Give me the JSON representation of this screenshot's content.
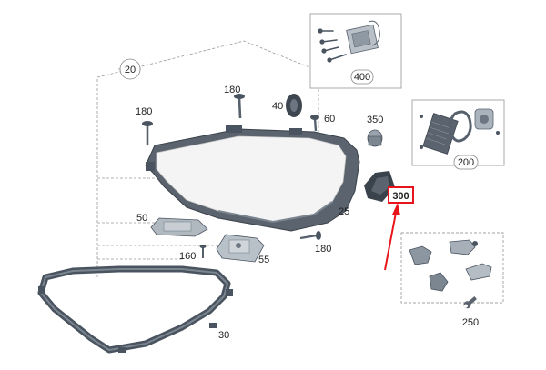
{
  "callouts": {
    "c20": "20",
    "c25": "25",
    "c30": "30",
    "c40": "40",
    "c50": "50",
    "c55": "55",
    "c60": "60",
    "c160": "160",
    "c180a": "180",
    "c180b": "180",
    "c180c": "180",
    "c200": "200",
    "c250": "250",
    "c300": "300",
    "c350": "350",
    "c400": "400"
  },
  "highlight": {
    "part": "300",
    "color": "#e8141c"
  },
  "colors": {
    "part_dark": "#4a5460",
    "part_mid": "#6b7682",
    "lens": "#f2f2f2",
    "leader": "#9a9a9a",
    "inset_border": "#a0a0a0"
  }
}
